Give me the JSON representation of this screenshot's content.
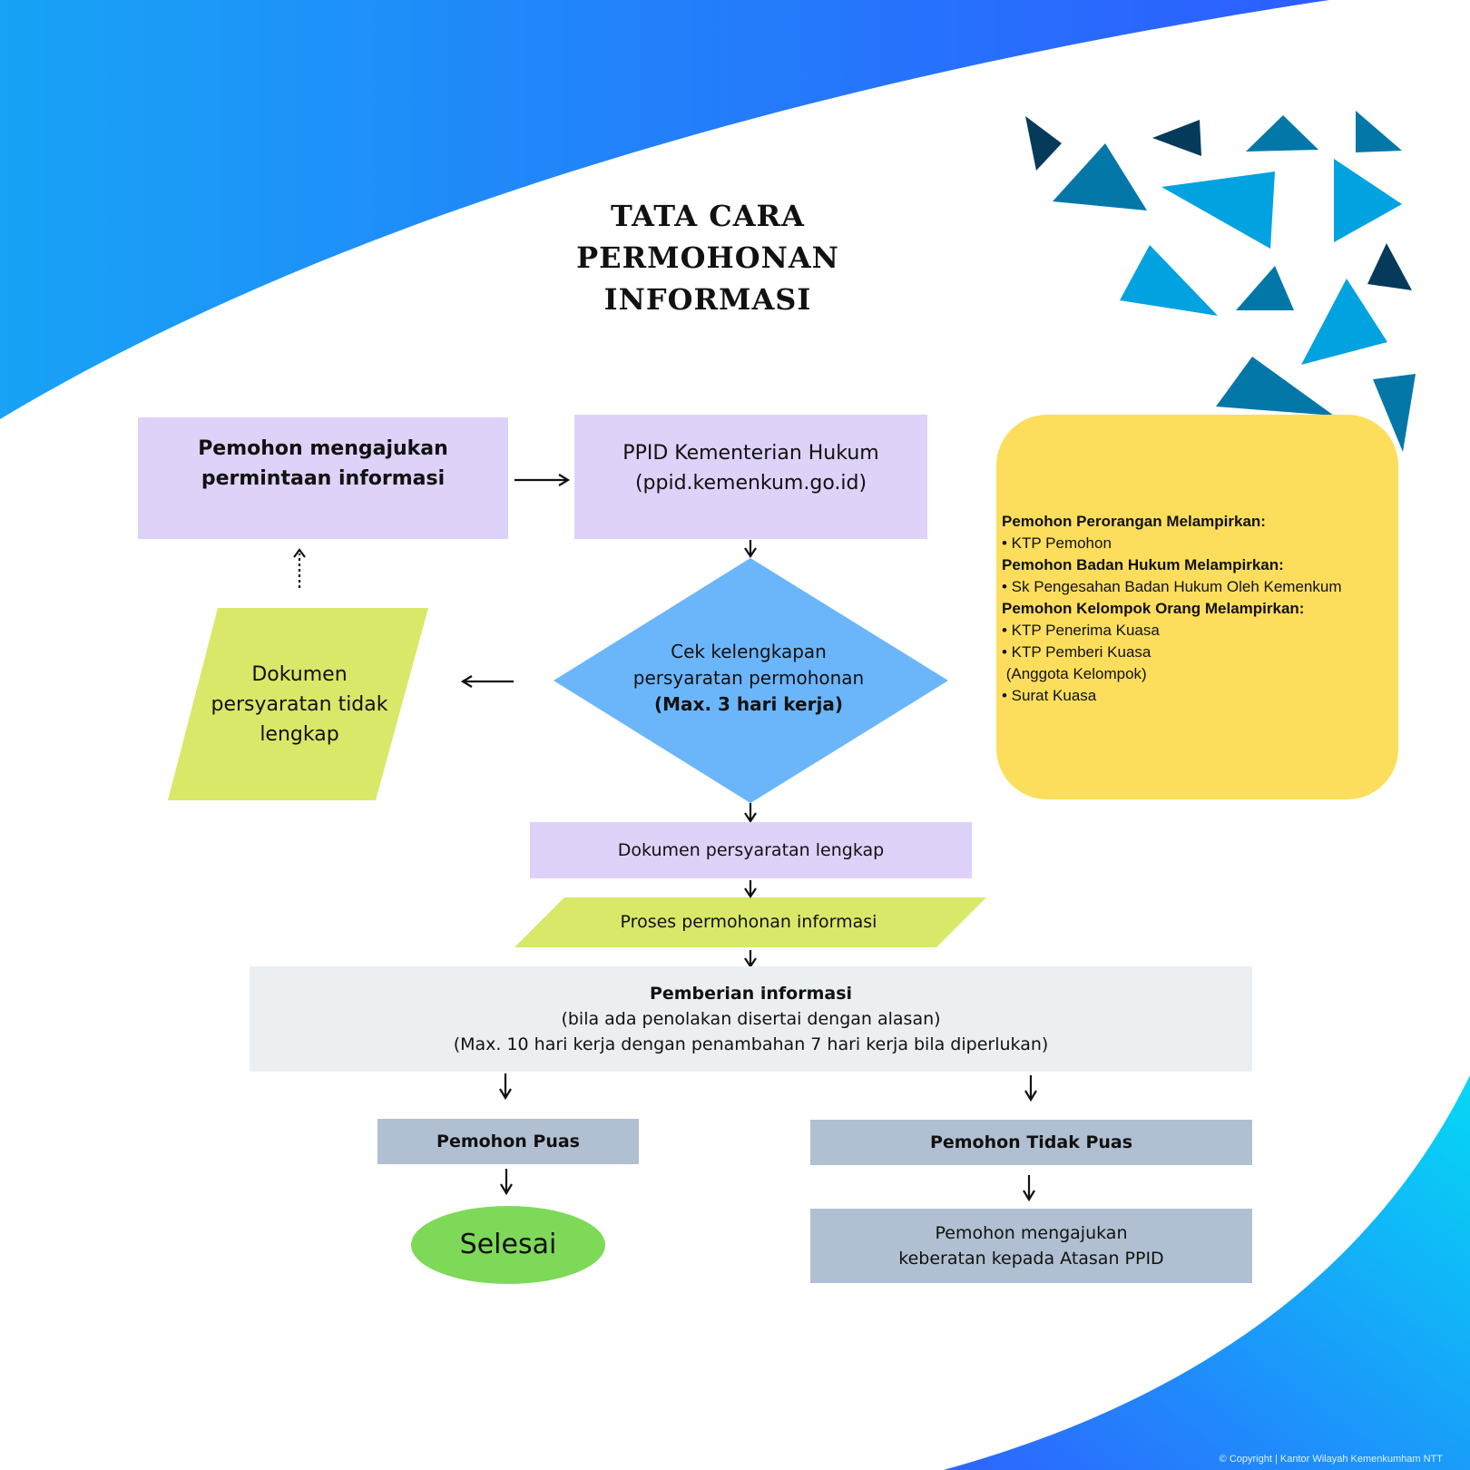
{
  "title": {
    "line1": "TATA CARA",
    "line2": "PERMOHONAN",
    "line3": "INFORMASI"
  },
  "nodes": {
    "submit_request": "Pemohon mengajukan permintaan informasi",
    "ppid": {
      "line1": "PPID Kementerian Hukum",
      "line2": "(ppid.kemenkum.go.id)"
    },
    "check": {
      "line1": "Cek kelengkapan",
      "line2": "persyaratan permohonan",
      "line3": "(Max. 3 hari kerja)"
    },
    "incomplete": {
      "line1": "Dokumen",
      "line2": "persyaratan tidak",
      "line3": "lengkap"
    },
    "complete": "Dokumen persyaratan lengkap",
    "process": "Proses permohonan informasi",
    "provide": {
      "line1": "Pemberian informasi",
      "line2": "(bila ada penolakan disertai dengan alasan)",
      "line3": "(Max. 10 hari kerja dengan penambahan 7 hari kerja bila diperlukan)"
    },
    "satisfied": "Pemohon Puas",
    "unsatisfied": "Pemohon Tidak Puas",
    "finish": "Selesai",
    "objection": {
      "line1": "Pemohon mengajukan",
      "line2": "keberatan kepada Atasan PPID"
    }
  },
  "requirements": {
    "individual_heading": "Pemohon Perorangan Melampirkan:",
    "individual_items": [
      "• KTP Pemohon"
    ],
    "legal_heading": "Pemohon Badan Hukum Melampirkan:",
    "legal_items": [
      "• Sk Pengesahan Badan Hukum Oleh Kemenkum"
    ],
    "group_heading": "Pemohon Kelompok Orang Melampirkan:",
    "group_items": [
      "• KTP Penerima Kuasa",
      "• KTP Pemberi Kuasa",
      " (Anggota Kelompok)",
      "• Surat Kuasa"
    ]
  },
  "copyright": "© Copyright | Kantor Wilayah Kemenkumham NTT",
  "colors": {
    "lavender": "#ded2f8",
    "lime": "#d9e868",
    "diamond": "#6bb6fb",
    "gray_box": "#ebeff2",
    "steel": "#b0c0d2",
    "green": "#7ed958",
    "yellow": "#fdde5c",
    "blue_gradient_start": "#1aa8f5",
    "blue_gradient_end": "#2d63ff"
  }
}
